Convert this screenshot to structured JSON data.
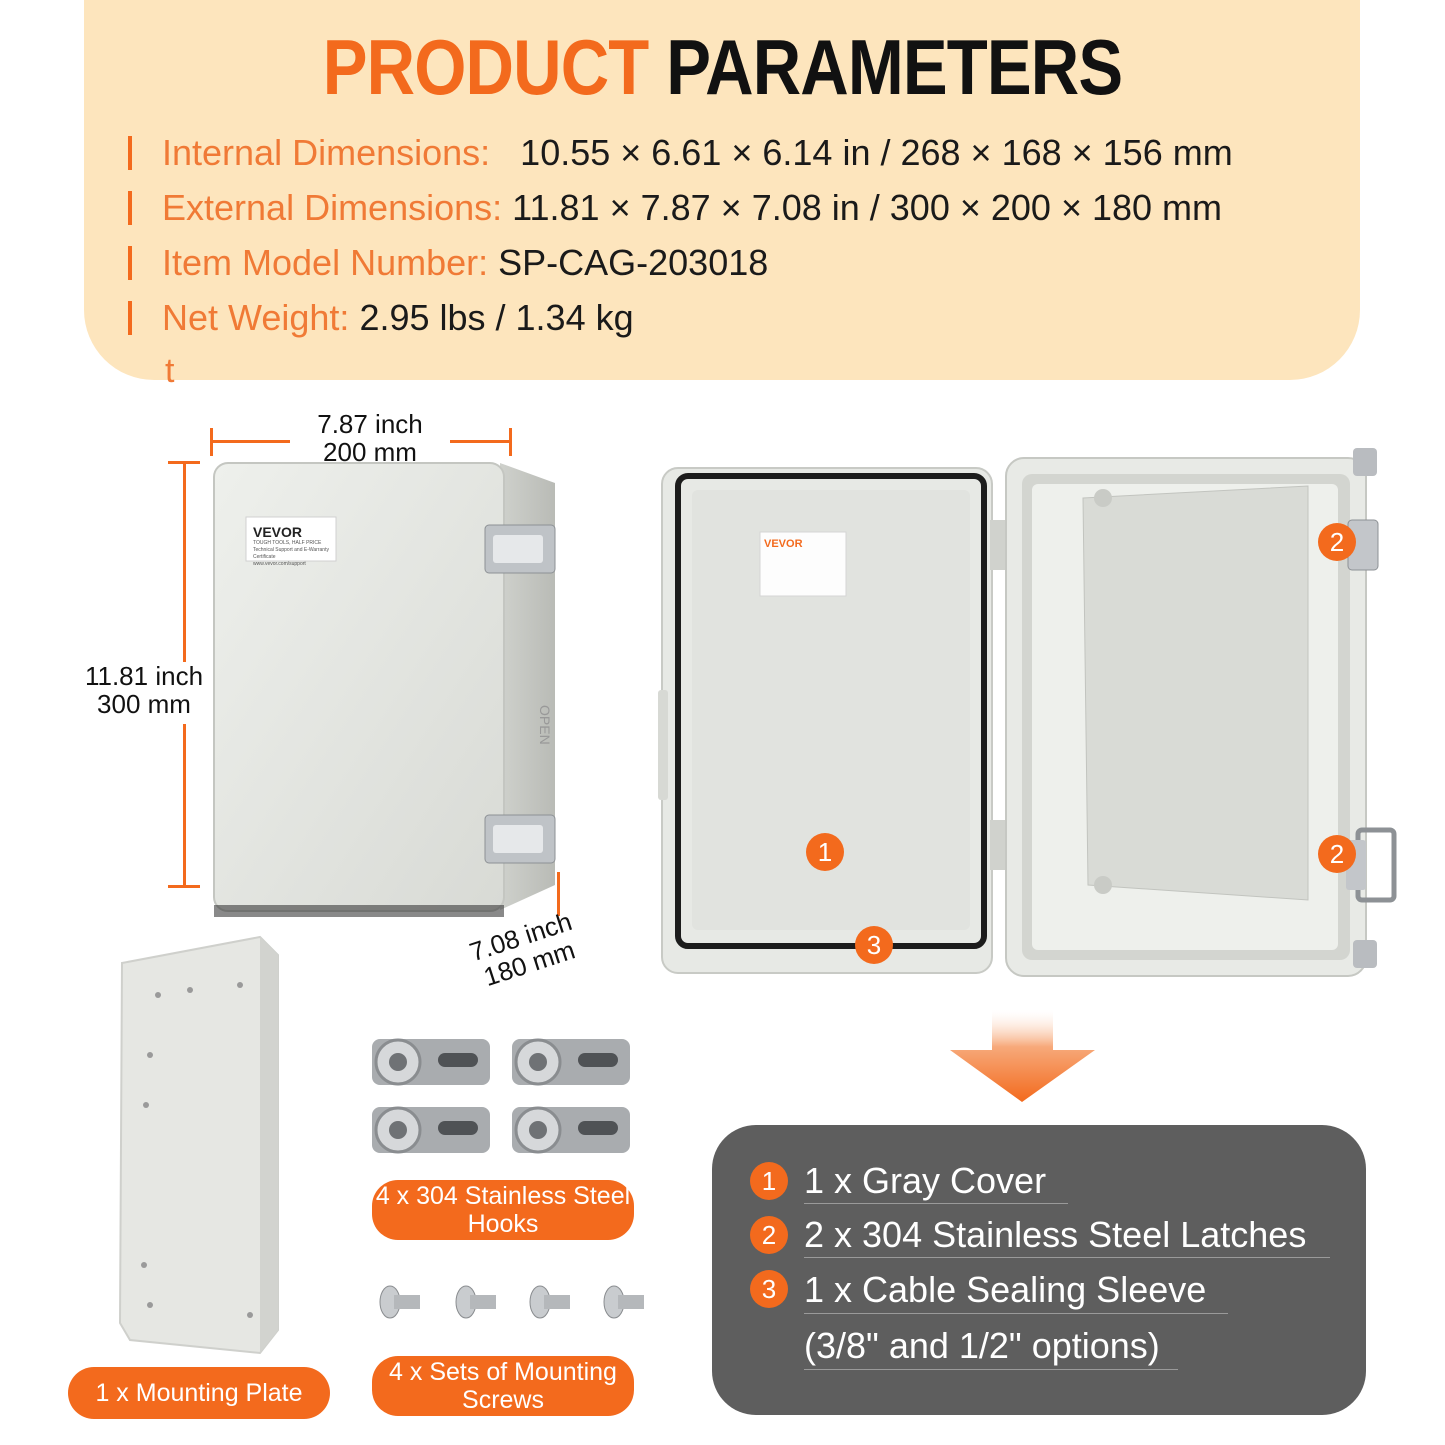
{
  "header": {
    "title_part1": "PRODUCT",
    "title_part2": "PARAMETERS",
    "params": [
      {
        "label": "Internal Dimensions:",
        "value": "10.55 × 6.61 × 6.14 in / 268 × 168 × 156 mm"
      },
      {
        "label": "External Dimensions:",
        "value": "11.81 × 7.87 × 7.08 in / 300 × 200 × 180 mm"
      },
      {
        "label": "Item Model Number:",
        "value": "SP-CAG-203018"
      },
      {
        "label": "Net Weight:",
        "value": "2.95 lbs / 1.34 kg"
      }
    ],
    "stray_char": "t"
  },
  "dimensions": {
    "width_line1": "7.87 inch",
    "width_line2": "200 mm",
    "height_line1": "11.81 inch",
    "height_line2": "300 mm",
    "depth_line1": "7.08 inch",
    "depth_line2": "180 mm"
  },
  "box_label": {
    "brand": "VEVOR",
    "tagline": "TOUGH TOOLS, HALF PRICE",
    "note": "Technical Support and E-Warranty Certificate",
    "url": "www.vevor.com/support",
    "open_text": "OPEN"
  },
  "markers": {
    "cover": "1",
    "latch": "2",
    "sleeve": "3"
  },
  "accessories": {
    "hooks_label": "4 x 304 Stainless Steel Hooks",
    "screws_label": "4 x Sets of Mounting Screws",
    "plate_label": "1 x Mounting Plate"
  },
  "contents": {
    "items": [
      {
        "num": "1",
        "text": "1 x Gray Cover"
      },
      {
        "num": "2",
        "text": "2 x 304 Stainless Steel Latches"
      },
      {
        "num": "3",
        "text": "1 x Cable Sealing Sleeve"
      }
    ],
    "extra_line": "(3/8\" and 1/2\" options)"
  },
  "colors": {
    "accent": "#f36a1d",
    "header_bg": "#fde5bd",
    "panel_bg": "#5e5e5e",
    "box_gray": "#e4e5e1"
  }
}
